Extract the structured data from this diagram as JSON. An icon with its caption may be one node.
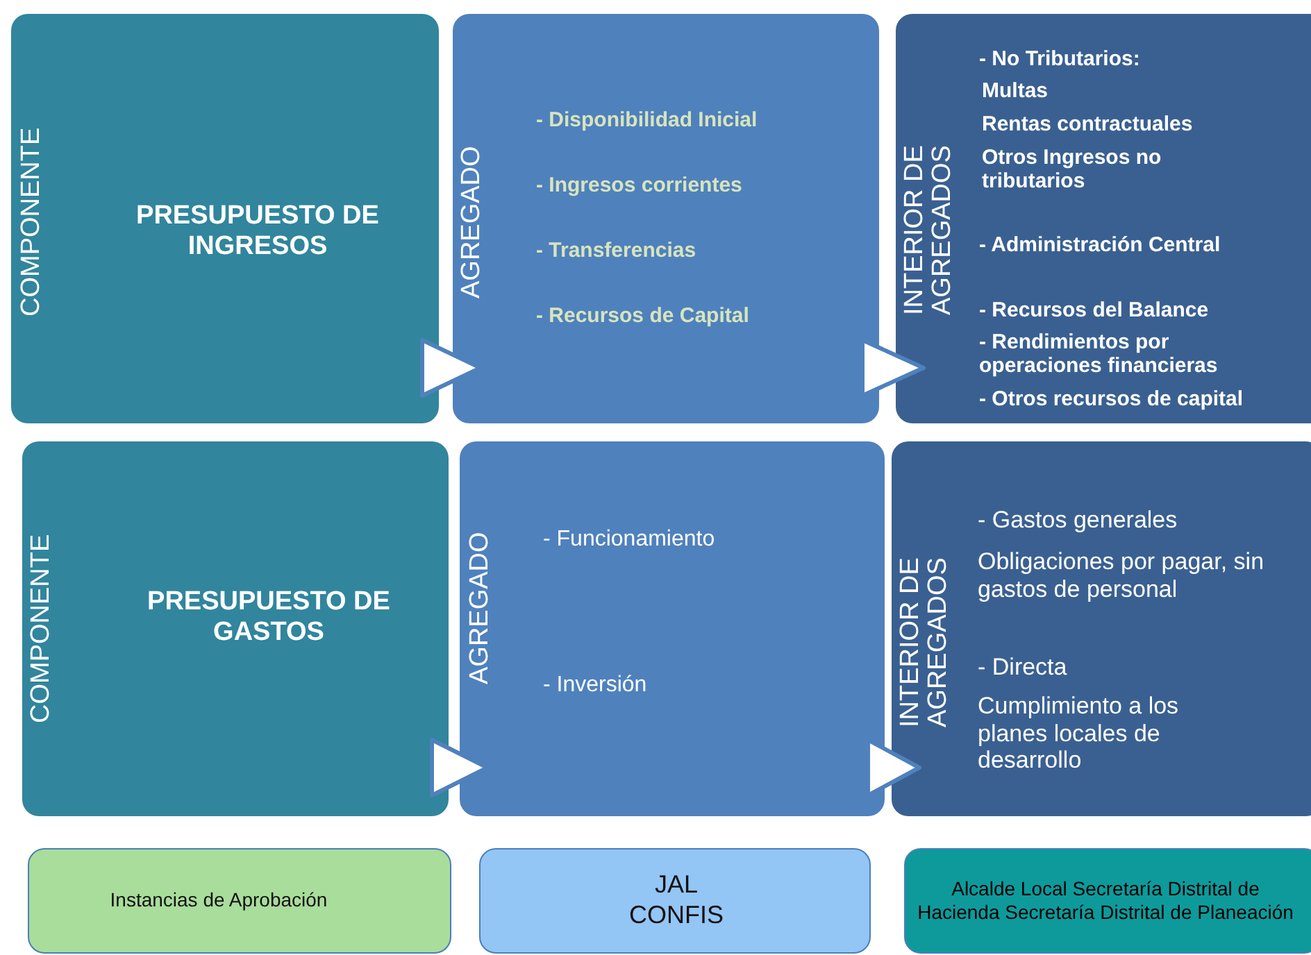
{
  "diagram": {
    "nodes": [
      {
        "text": [
          "COMPONENTE",
          "PRESUPUESTO DE INGRESOS"
        ]
      },
      {
        "text": [
          "AGREGADO",
          "- Disponibilidad Inicial",
          "- Ingresos corrientes",
          "- Transferencias",
          "- Recursos de Capital"
        ]
      },
      {
        "text": [
          "INTERIOR DE AGREGADOS",
          "- No Tributarios:",
          "Multas",
          "Rentas contractuales",
          "Otros Ingresos no tributarios",
          "- Administración Central",
          "- Recursos del Balance",
          "- Rendimientos por operaciones financieras",
          "- Otros recursos de capital"
        ]
      },
      {
        "text": [
          "COMPONENTE",
          "PRESUPUESTO DE GASTOS"
        ]
      },
      {
        "text": [
          "AGREGADO",
          "- Funcionamiento",
          "- Inversión"
        ]
      },
      {
        "text": [
          "INTERIOR DE AGREGADOS",
          "- Gastos generales",
          "Obligaciones por pagar, sin gastos de personal",
          "- Directa",
          "Cumplimiento a los planes locales de desarrollo"
        ]
      },
      {
        "text": [
          "Instancias de Aprobación"
        ]
      },
      {
        "text": [
          "JAL CONFIS"
        ]
      },
      {
        "text": [
          "Alcalde Local Secretaría Distrital de Hacienda Secretaría Distrital de Planeación"
        ]
      }
    ],
    "edges": [
      {
        "from": 0,
        "to": 1,
        "arrow": "to"
      },
      {
        "from": 1,
        "to": 2,
        "arrow": "to"
      },
      {
        "from": 3,
        "to": 4,
        "arrow": "to"
      },
      {
        "from": 4,
        "to": 5,
        "arrow": "to"
      }
    ]
  }
}
